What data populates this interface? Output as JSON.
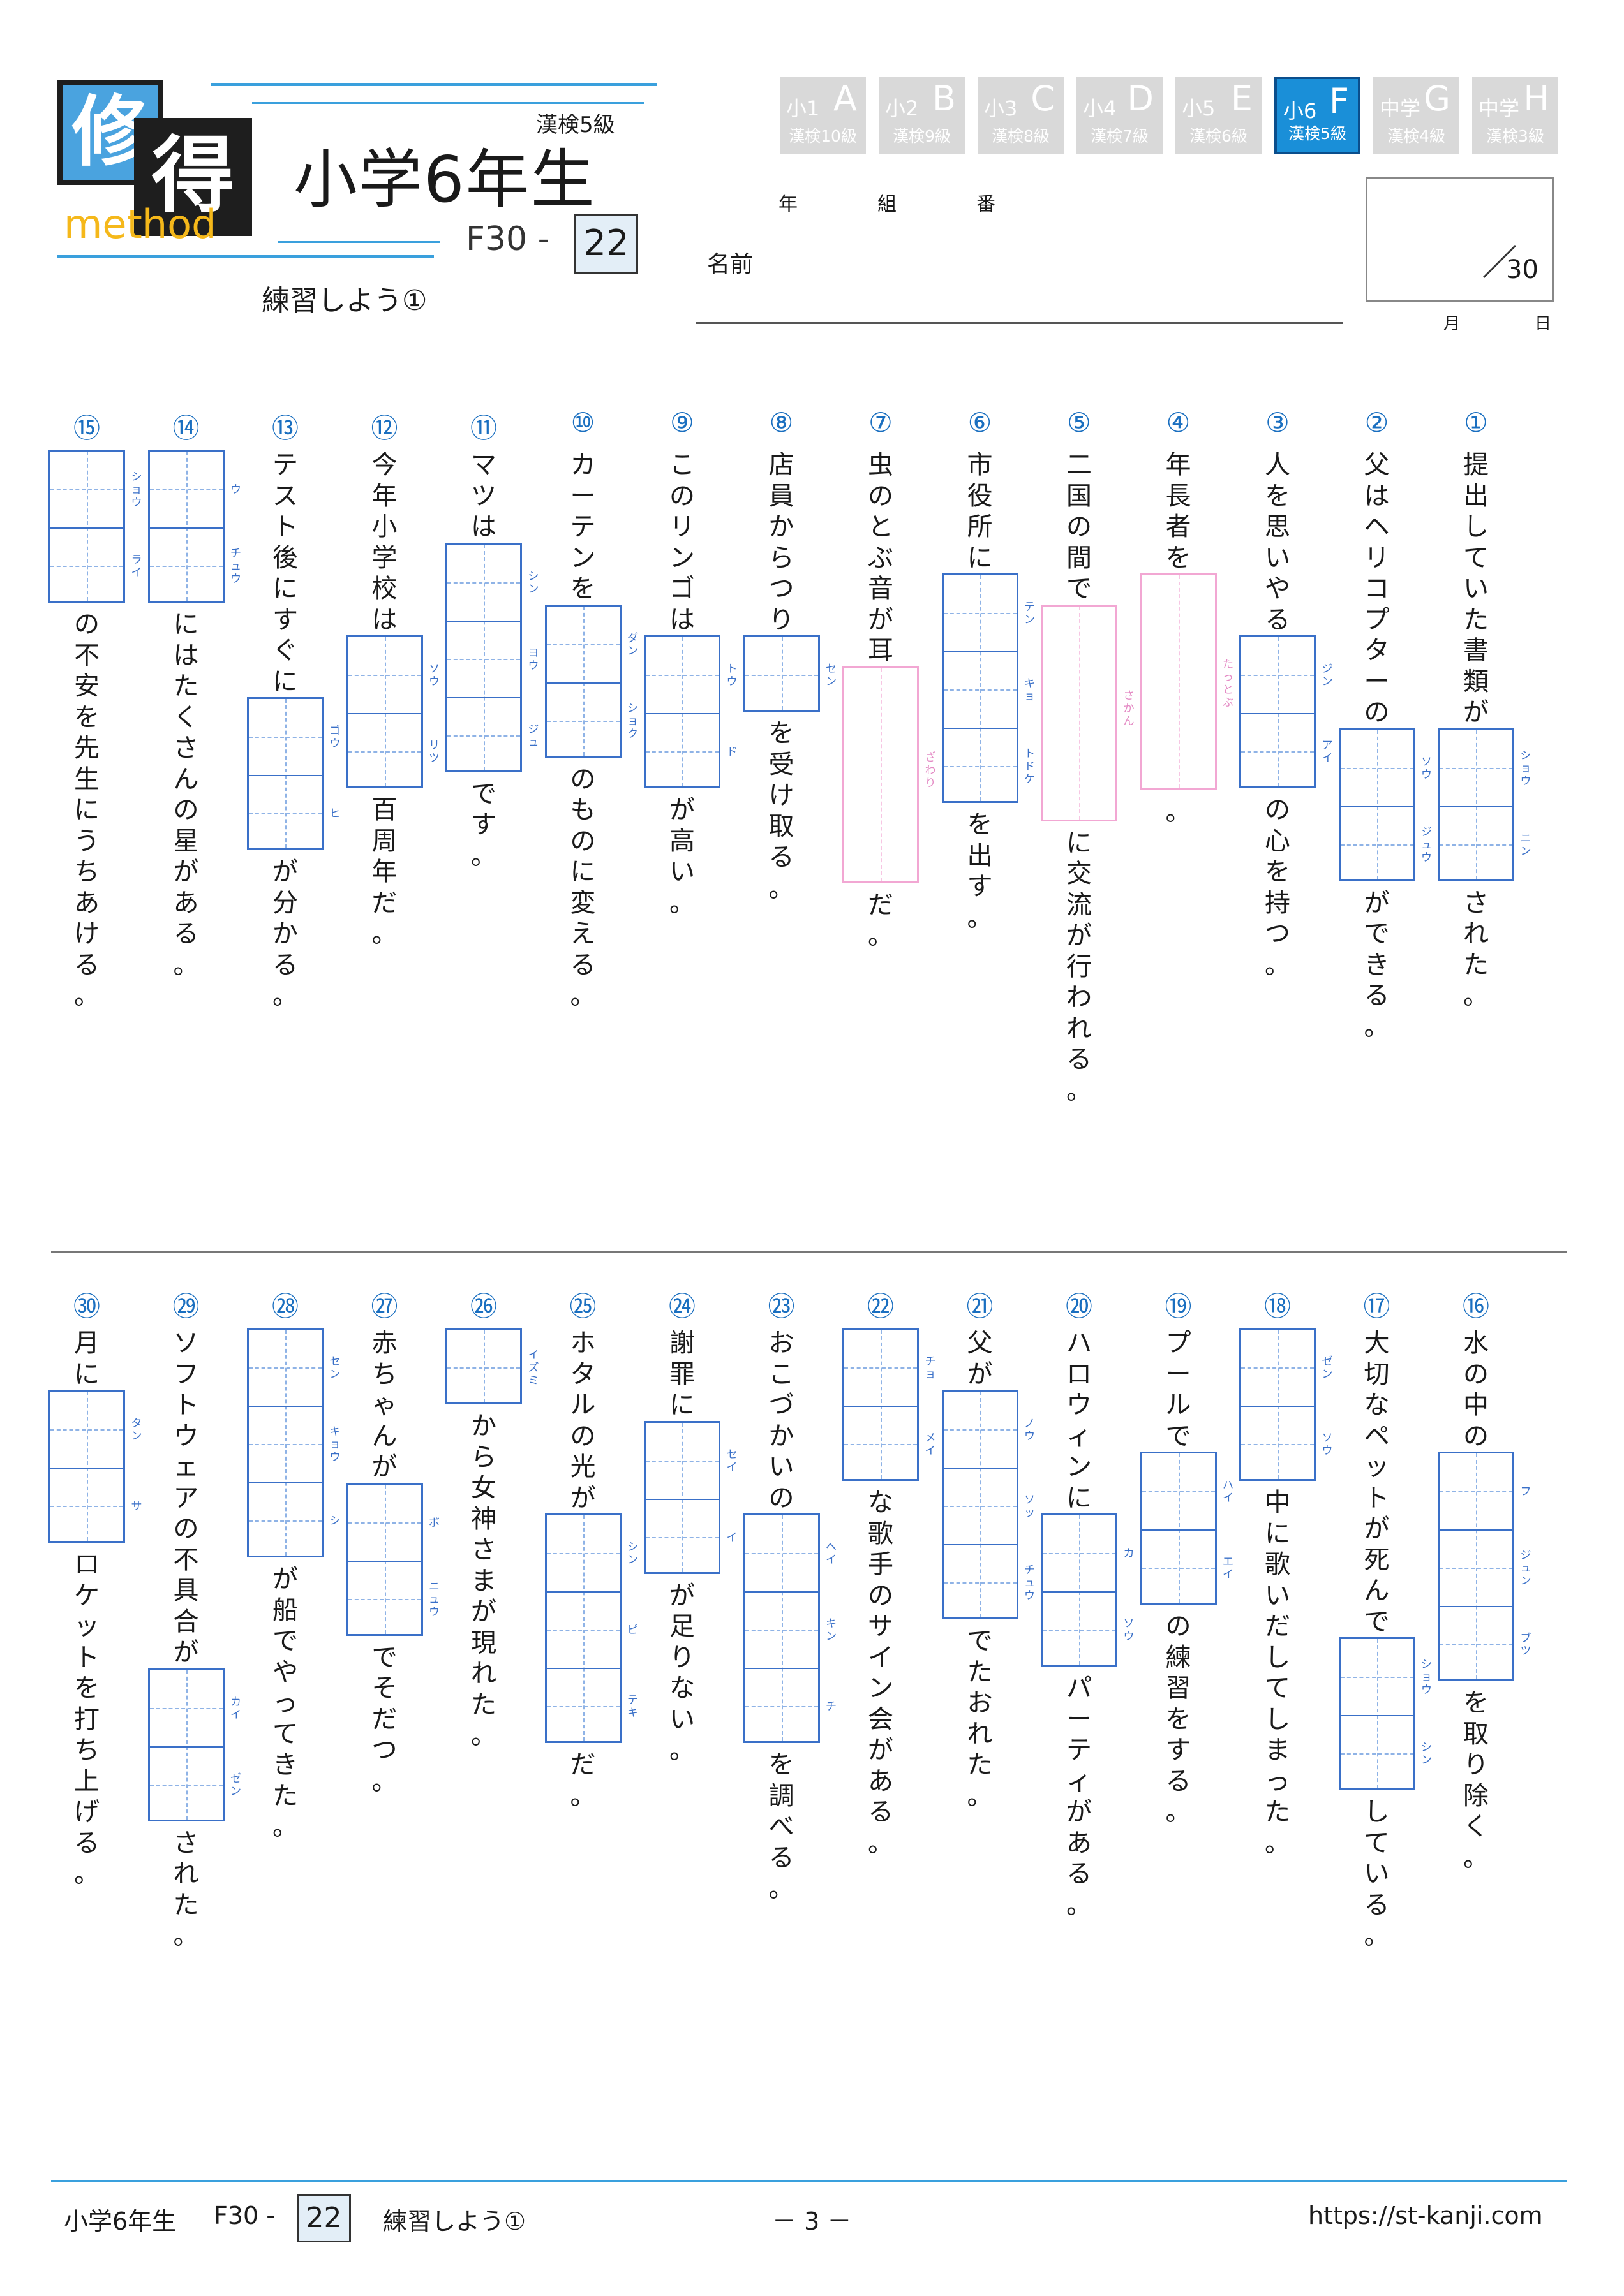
{
  "header": {
    "logo_char1": "修",
    "logo_char2": "得",
    "logo_sub": "method",
    "kanken": "漢検5級",
    "title": "小学6年生",
    "code_prefix": "F30 -",
    "code_number": "22",
    "practice_title": "練習しよう①",
    "name_label": "名前",
    "year_label": "年",
    "class_label": "組",
    "number_label": "番",
    "month_label": "月",
    "day_label": "日",
    "score_total": "30"
  },
  "levels": [
    {
      "grade": "小1",
      "letter": "A",
      "kanken": "漢検10級",
      "active": false
    },
    {
      "grade": "小2",
      "letter": "B",
      "kanken": "漢検9級",
      "active": false
    },
    {
      "grade": "小3",
      "letter": "C",
      "kanken": "漢検8級",
      "active": false
    },
    {
      "grade": "小4",
      "letter": "D",
      "kanken": "漢検7級",
      "active": false
    },
    {
      "grade": "小5",
      "letter": "E",
      "kanken": "漢検6級",
      "active": false
    },
    {
      "grade": "小6",
      "letter": "F",
      "kanken": "漢検5級",
      "active": true
    },
    {
      "grade": "中学",
      "letter": "G",
      "kanken": "漢検4級",
      "active": false
    },
    {
      "grade": "中学",
      "letter": "H",
      "kanken": "漢検3級",
      "active": false
    }
  ],
  "questions": [
    {
      "num": "①",
      "pre": "提出していた書類が",
      "readings": [
        "ショウ",
        "ニン"
      ],
      "post": "された。",
      "pink": false
    },
    {
      "num": "②",
      "pre": "父はヘリコプターの",
      "readings": [
        "ソウ",
        "ジュウ"
      ],
      "post": "ができる。",
      "pink": false
    },
    {
      "num": "③",
      "pre": "人を思いやる",
      "readings": [
        "ジン",
        "アイ"
      ],
      "post": "の心を持つ。",
      "pink": false
    },
    {
      "num": "④",
      "pre": "年長者を",
      "readings": [
        "たっとぶ"
      ],
      "post": "。",
      "pink": true
    },
    {
      "num": "⑤",
      "pre": "二国の間で",
      "readings": [
        "さかん"
      ],
      "post": "に交流が行われる。",
      "pink": true
    },
    {
      "num": "⑥",
      "pre": "市役所に",
      "readings": [
        "テン",
        "キョ",
        "トドケ"
      ],
      "post": "を出す。",
      "pink": false
    },
    {
      "num": "⑦",
      "pre": "虫のとぶ音が耳",
      "readings": [
        "ざわり"
      ],
      "post": "だ。",
      "pink": true
    },
    {
      "num": "⑧",
      "pre": "店員からつり",
      "readings": [
        "セン"
      ],
      "post": "を受け取る。",
      "pink": false
    },
    {
      "num": "⑨",
      "pre": "このリンゴは",
      "readings": [
        "トウ",
        "ド"
      ],
      "post": "が高い。",
      "pink": false
    },
    {
      "num": "⑩",
      "pre": "カーテンを",
      "readings": [
        "ダン",
        "ショク"
      ],
      "post": "のものに変える。",
      "pink": false
    },
    {
      "num": "⑪",
      "pre": "マツは",
      "readings": [
        "シン",
        "ヨウ",
        "ジュ"
      ],
      "post": "です。",
      "pink": false
    },
    {
      "num": "⑫",
      "pre": "今年小学校は",
      "readings": [
        "ソウ",
        "リツ"
      ],
      "post": "百周年だ。",
      "pink": false
    },
    {
      "num": "⑬",
      "pre": "テスト後にすぐに",
      "readings": [
        "ゴウ",
        "ヒ"
      ],
      "post": "が分かる。",
      "pink": false
    },
    {
      "num": "⑭",
      "pre": "",
      "readings": [
        "ウ",
        "チュウ"
      ],
      "post": "にはたくさんの星がある。",
      "pink": false
    },
    {
      "num": "⑮",
      "pre": "",
      "readings": [
        "ショウ",
        "ライ"
      ],
      "post": "の不安を先生にうちあける。",
      "pink": false
    },
    {
      "num": "⑯",
      "pre": "水の中の",
      "readings": [
        "フ",
        "ジュン",
        "ブツ"
      ],
      "post": "を取り除く。",
      "pink": false
    },
    {
      "num": "⑰",
      "pre": "大切なペットが死んで",
      "readings": [
        "ショウ",
        "シン"
      ],
      "post": "している。",
      "pink": false
    },
    {
      "num": "⑱",
      "pre": "",
      "readings": [
        "ゼン",
        "ソウ"
      ],
      "post": "中に歌いだしてしまった。",
      "pink": false
    },
    {
      "num": "⑲",
      "pre": "プールで",
      "readings": [
        "ハイ",
        "エイ"
      ],
      "post": "の練習をする。",
      "pink": false
    },
    {
      "num": "⑳",
      "pre": "ハロウィンに",
      "readings": [
        "カ",
        "ソウ"
      ],
      "post": "パーティがある。",
      "pink": false
    },
    {
      "num": "㉑",
      "pre": "父が",
      "readings": [
        "ノウ",
        "ソッ",
        "チュウ"
      ],
      "post": "でたおれた。",
      "pink": false
    },
    {
      "num": "㉒",
      "pre": "",
      "readings": [
        "チョ",
        "メイ"
      ],
      "post": "な歌手のサイン会がある。",
      "pink": false
    },
    {
      "num": "㉓",
      "pre": "おこづかいの",
      "readings": [
        "ヘイ",
        "キン",
        "チ"
      ],
      "post": "を調べる。",
      "pink": false
    },
    {
      "num": "㉔",
      "pre": "謝罪に",
      "readings": [
        "セイ",
        "イ"
      ],
      "post": "が足りない。",
      "pink": false
    },
    {
      "num": "㉕",
      "pre": "ホタルの光が",
      "readings": [
        "シン",
        "ピ",
        "テキ"
      ],
      "post": "だ。",
      "pink": false
    },
    {
      "num": "㉖",
      "pre": "",
      "readings": [
        "イズミ"
      ],
      "post": "から女神さまが現れた。",
      "pink": false
    },
    {
      "num": "㉗",
      "pre": "赤ちゃんが",
      "readings": [
        "ボ",
        "ニュウ"
      ],
      "post": "でそだつ。",
      "pink": false
    },
    {
      "num": "㉘",
      "pre": "",
      "readings": [
        "セン",
        "キョウ",
        "シ"
      ],
      "post": "が船でやってきた。",
      "pink": false
    },
    {
      "num": "㉙",
      "pre": "ソフトウェアの不具合が",
      "readings": [
        "カイ",
        "ゼン"
      ],
      "post": "された。",
      "pink": false
    },
    {
      "num": "㉚",
      "pre": "月に",
      "readings": [
        "タン",
        "サ"
      ],
      "post": "ロケットを打ち上げる。",
      "pink": false
    }
  ],
  "footer": {
    "title": "小学6年生",
    "code_prefix": "F30 -",
    "code_number": "22",
    "practice_title": "練習しよう①",
    "page": "－ 3 －",
    "url": "https://st-kanji.com"
  }
}
